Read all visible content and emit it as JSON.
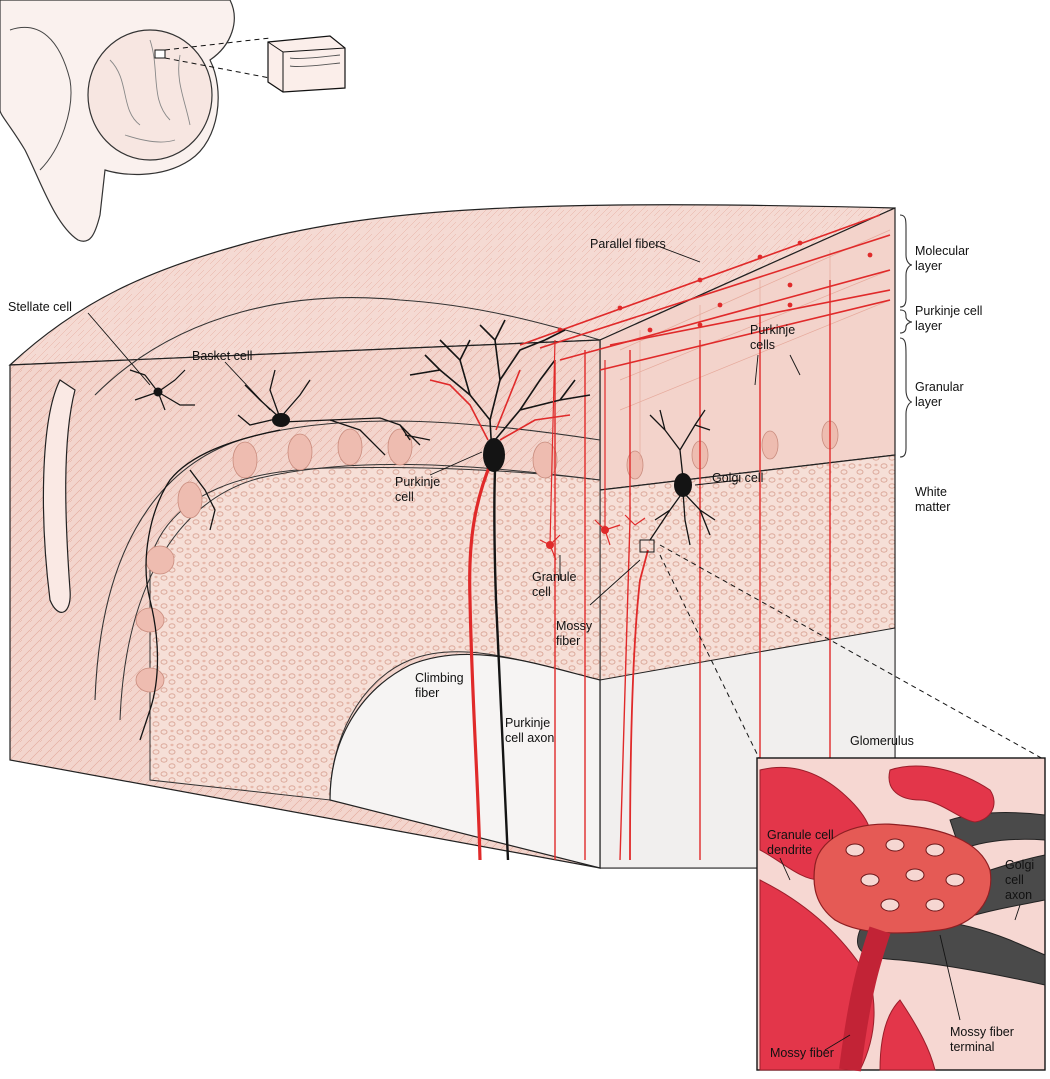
{
  "labels": {
    "stellate_cell": "Stellate cell",
    "basket_cell": "Basket cell",
    "parallel_fibers": "Parallel fibers",
    "purkinje_cell": "Purkinje\ncell",
    "purkinje_cells": "Purkinje\ncells",
    "golgi_cell": "Golgi cell",
    "granule_cell": "Granule\ncell",
    "mossy_fiber": "Mossy\nfiber",
    "climbing_fiber": "Climbing\nfiber",
    "purkinje_cell_axon": "Purkinje\ncell axon"
  },
  "layers": {
    "molecular": "Molecular\nlayer",
    "purkinje": "Purkinje cell\nlayer",
    "granular": "Granular\nlayer",
    "white_matter": "White\nmatter"
  },
  "inset": {
    "title": "Glomerulus",
    "granule_cell_dendrite": "Granule cell\ndendrite",
    "golgi_cell_axon": "Golgi\ncell\naxon",
    "mossy_fiber_terminal": "Mossy fiber\nterminal",
    "mossy_fiber": "Mossy fiber"
  },
  "colors": {
    "tissue": "#f4dcd6",
    "tissue_dark": "#e9c2b8",
    "fiber_red": "#e02a2a",
    "neuron_black": "#141414",
    "white_matter": "#f3f1f0",
    "inset_bg": "#f6d7d2",
    "golgi_axon_gray": "#4a4a4a"
  }
}
